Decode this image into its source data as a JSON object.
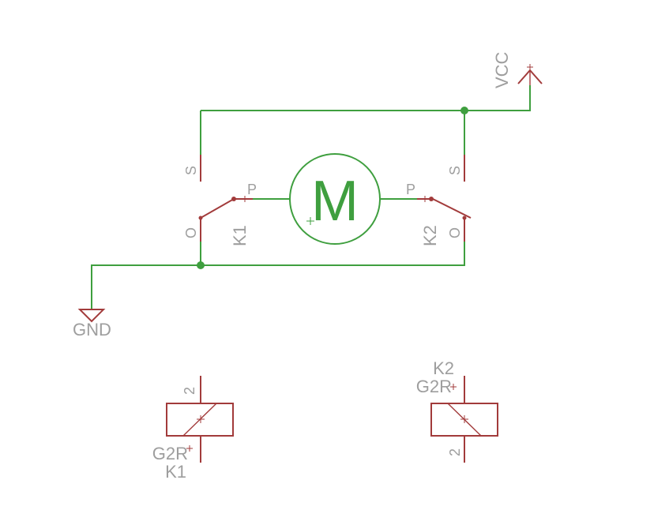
{
  "colors": {
    "net": "#3f9f3f",
    "symbol": "#a23b3b",
    "label": "#9e9e9e",
    "motor": "#3f9f3f",
    "background": "#ffffff"
  },
  "power": {
    "vcc_label": "VCC",
    "gnd_label": "GND"
  },
  "motor": {
    "label": "M"
  },
  "relay_k1": {
    "name": "K1",
    "pin_s": "S",
    "pin_p": "P",
    "pin_o": "O",
    "coil_pin": "2",
    "coil_value": "G2R",
    "coil_name": "K1"
  },
  "relay_k2": {
    "name": "K2",
    "pin_s": "S",
    "pin_p": "P",
    "pin_o": "O",
    "coil_pin": "2",
    "coil_value": "G2R",
    "coil_name": "K2"
  }
}
